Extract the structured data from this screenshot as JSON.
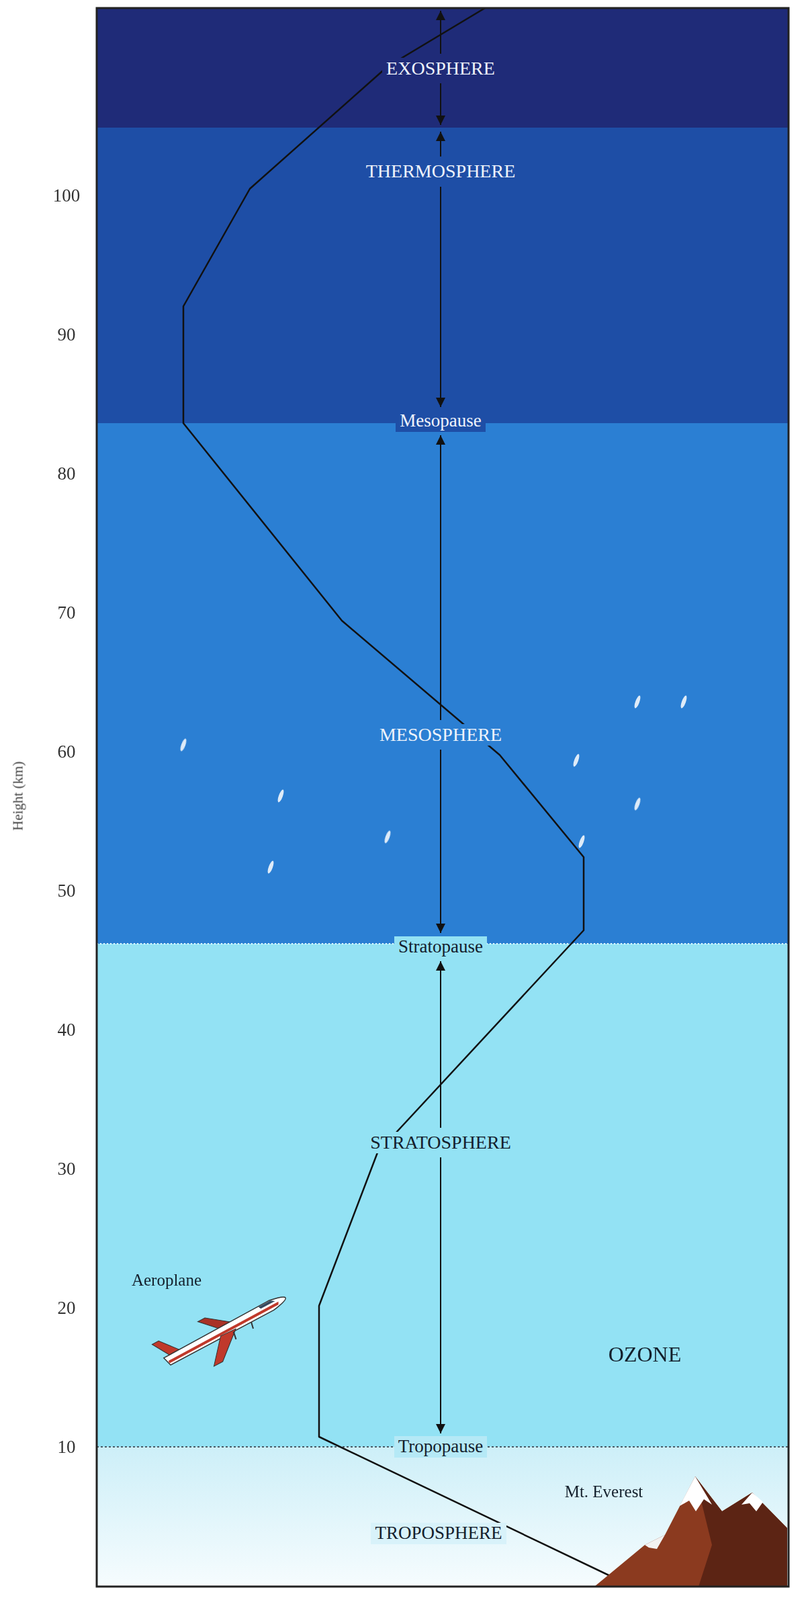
{
  "diagram": {
    "nodes": [
      {
        "text": [
          "EXOSPHERE"
        ]
      },
      {
        "text": [
          "THERMOSPHERE"
        ]
      },
      {
        "text": [
          "MESOSPHERE"
        ]
      },
      {
        "text": [
          "STRATOSPHERE"
        ]
      },
      {
        "text": [
          "TROPOSPHERE"
        ]
      }
    ],
    "labels": [
      "Height (km)",
      "100",
      "90",
      "80",
      "70",
      "60",
      "50",
      "40",
      "30",
      "20",
      "10",
      "Mesopause",
      "Stratopause",
      "Tropopause",
      "OZONE",
      "Aeroplane",
      "Mt. Everest"
    ]
  }
}
